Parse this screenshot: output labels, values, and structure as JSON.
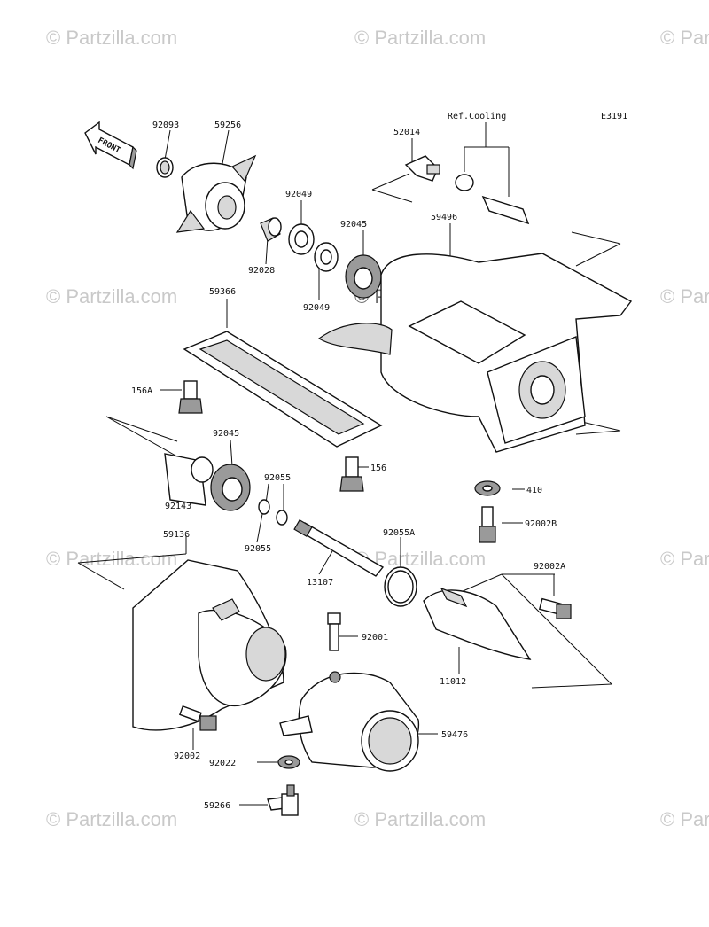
{
  "diagram": {
    "code": "E3191",
    "front_label": "FRONT",
    "ref_label": "Ref.Cooling",
    "watermark": "© Partzilla.com",
    "parts": {
      "p92093": "92093",
      "p59256": "59256",
      "p92049a": "92049",
      "p92028": "92028",
      "p92049b": "92049",
      "p92045a": "92045",
      "p52014": "52014",
      "p59496": "59496",
      "p59366": "59366",
      "p156A": "156A",
      "p92045b": "92045",
      "p92143": "92143",
      "p156": "156",
      "p92055a": "92055",
      "p92055b": "92055",
      "p410": "410",
      "p92002B": "92002B",
      "p59136": "59136",
      "p92055A": "92055A",
      "p13107": "13107",
      "p92002A": "92002A",
      "p92001": "92001",
      "p11012": "11012",
      "p59476": "59476",
      "p92002": "92002",
      "p92022": "92022",
      "p59266": "59266"
    }
  }
}
